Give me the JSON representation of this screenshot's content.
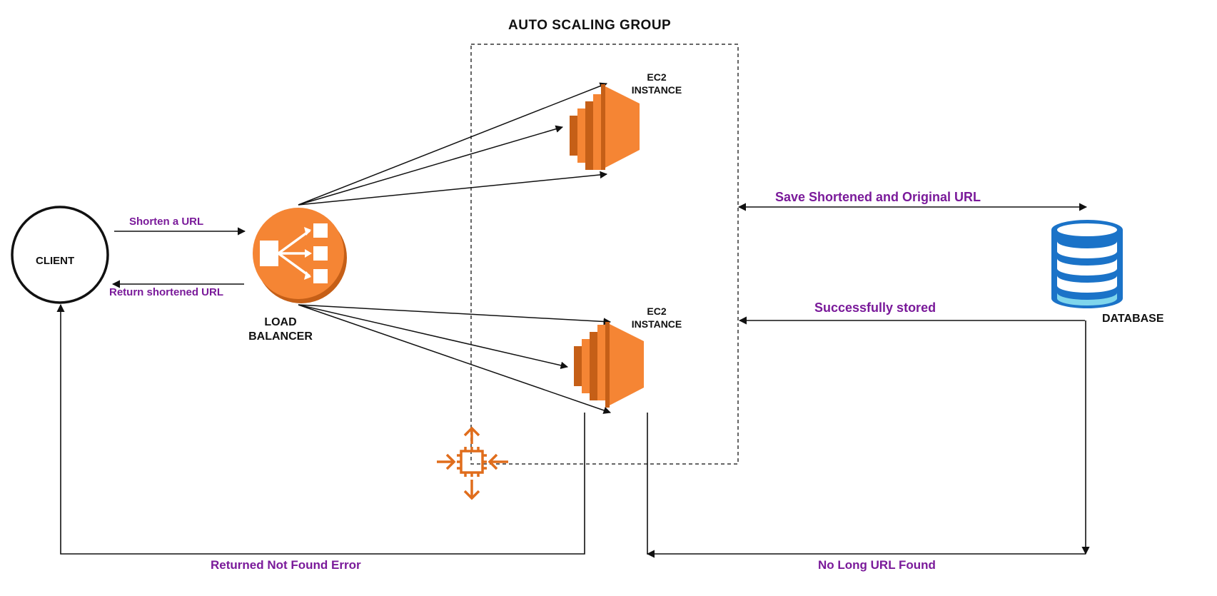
{
  "title": "AUTO SCALING GROUP",
  "nodes": {
    "client": "CLIENT",
    "load_balancer_line1": "LOAD",
    "load_balancer_line2": "BALANCER",
    "ec2_top_line1": "EC2",
    "ec2_top_line2": "INSTANCE",
    "ec2_bottom_line1": "EC2",
    "ec2_bottom_line2": "INSTANCE",
    "database": "DATABASE"
  },
  "edges": {
    "shorten": "Shorten a URL",
    "return_short": "Return shortened URL",
    "save": "Save Shortened and Original URL",
    "stored": "Successfully stored",
    "not_found_error": "Returned Not Found Error",
    "no_long_url": "No Long URL Found"
  },
  "colors": {
    "accent_orange": "#f58534",
    "label_purple": "#7a1a9a",
    "database_blue": "#1b73c8",
    "database_light": "#7fd6ec"
  }
}
